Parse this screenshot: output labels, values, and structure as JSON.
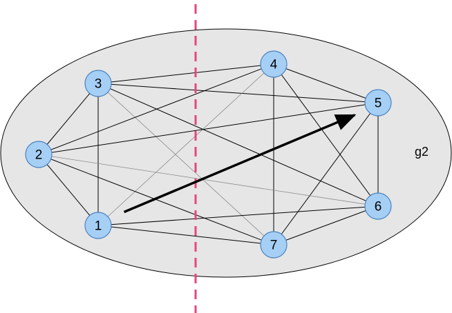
{
  "colors": {
    "background": "#ffffff",
    "group_fill": "#e6e6e6",
    "group_stroke": "#000000",
    "node_fill": "#a6cff5",
    "node_stroke": "#4a82bf",
    "edge": "#000000",
    "thin_edge": "#8a8a8a",
    "cut_line": "#e8457a",
    "arrow": "#000000"
  },
  "group": {
    "label": "g2"
  },
  "nodes": [
    {
      "id": "1",
      "label": "1"
    },
    {
      "id": "2",
      "label": "2"
    },
    {
      "id": "3",
      "label": "3"
    },
    {
      "id": "4",
      "label": "4"
    },
    {
      "id": "5",
      "label": "5"
    },
    {
      "id": "6",
      "label": "6"
    },
    {
      "id": "7",
      "label": "7"
    }
  ],
  "edges": [
    {
      "from": "3",
      "to": "4",
      "style": "solid"
    },
    {
      "from": "3",
      "to": "5",
      "style": "solid"
    },
    {
      "from": "3",
      "to": "2",
      "style": "solid"
    },
    {
      "from": "3",
      "to": "1",
      "style": "solid"
    },
    {
      "from": "3",
      "to": "6",
      "style": "solid"
    },
    {
      "from": "3",
      "to": "7",
      "style": "thin"
    },
    {
      "from": "4",
      "to": "5",
      "style": "solid"
    },
    {
      "from": "4",
      "to": "2",
      "style": "solid"
    },
    {
      "from": "4",
      "to": "7",
      "style": "solid"
    },
    {
      "from": "4",
      "to": "6",
      "style": "solid"
    },
    {
      "from": "4",
      "to": "1",
      "style": "thin"
    },
    {
      "from": "5",
      "to": "2",
      "style": "solid"
    },
    {
      "from": "5",
      "to": "6",
      "style": "solid"
    },
    {
      "from": "5",
      "to": "7",
      "style": "solid"
    },
    {
      "from": "2",
      "to": "1",
      "style": "solid"
    },
    {
      "from": "2",
      "to": "7",
      "style": "solid"
    },
    {
      "from": "2",
      "to": "6",
      "style": "thin"
    },
    {
      "from": "1",
      "to": "6",
      "style": "solid"
    },
    {
      "from": "1",
      "to": "7",
      "style": "solid"
    },
    {
      "from": "7",
      "to": "6",
      "style": "solid"
    }
  ],
  "arrow": {
    "from": "1",
    "to": "5"
  }
}
